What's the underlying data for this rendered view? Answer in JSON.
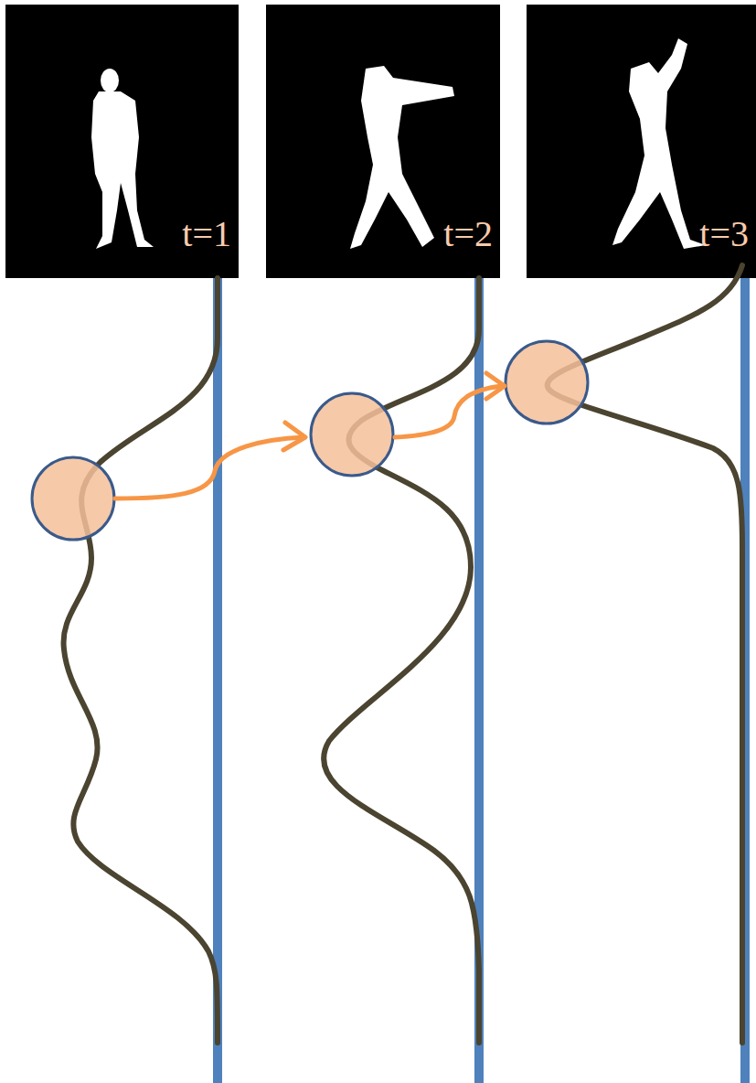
{
  "diagram": {
    "nodes": [
      {
        "text": [
          "t=1"
        ]
      },
      {
        "text": [
          "t=2"
        ]
      },
      {
        "text": [
          "t=3"
        ]
      }
    ]
  }
}
